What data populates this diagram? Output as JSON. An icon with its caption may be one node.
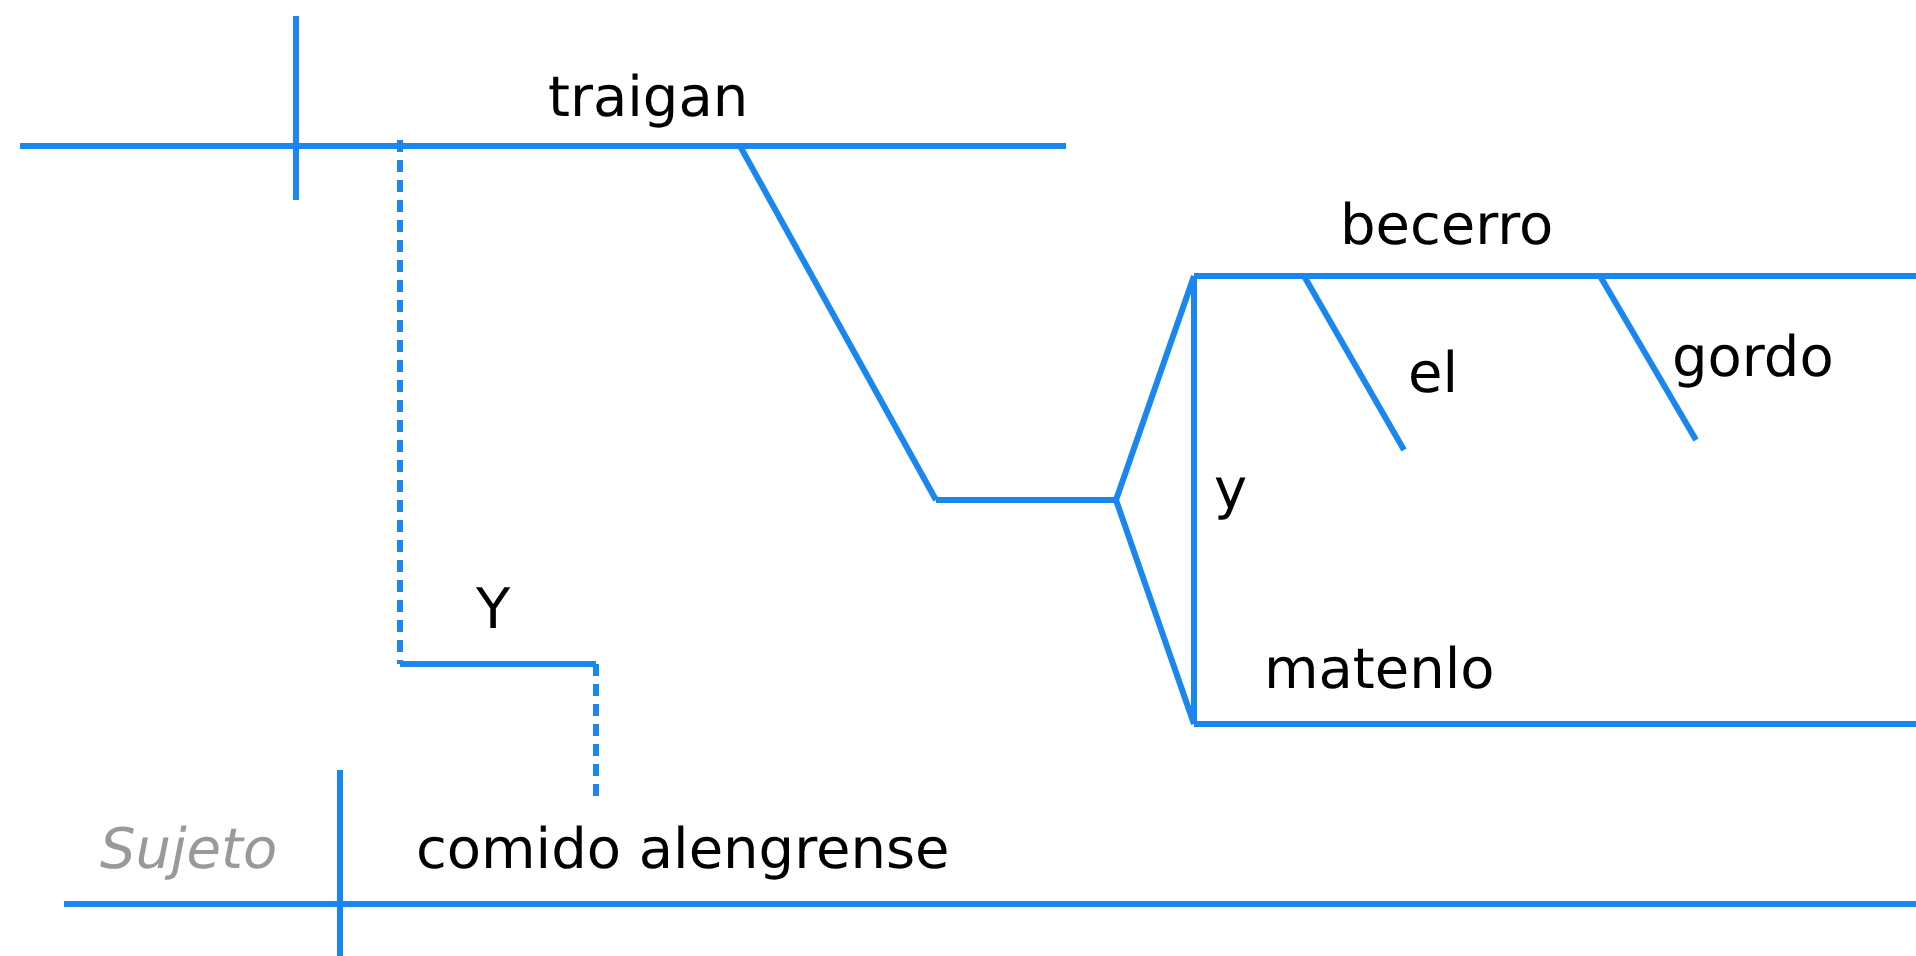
{
  "diagram": {
    "labels": [
      "traigan",
      "becerro",
      "el",
      "gordo",
      "y",
      "Y",
      "matenlo",
      "Sujeto",
      "comido alengrense"
    ]
  }
}
